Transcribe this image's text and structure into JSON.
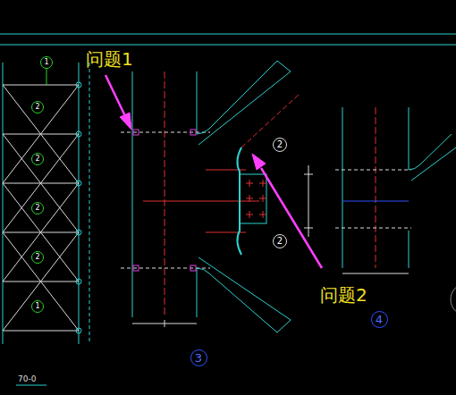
{
  "diagram": {
    "nodes": [
      {
        "text": [
          "1"
        ]
      },
      {
        "text": [
          "2"
        ]
      },
      {
        "text": [
          "2"
        ]
      },
      {
        "text": [
          "2"
        ]
      },
      {
        "text": [
          "2"
        ]
      },
      {
        "text": [
          "1"
        ]
      },
      {
        "text": [
          "2"
        ]
      },
      {
        "text": [
          "2"
        ]
      },
      {
        "text": [
          "3"
        ]
      },
      {
        "text": [
          "4"
        ]
      }
    ],
    "labels": [
      "问题1",
      "问题2",
      "70-0"
    ]
  }
}
